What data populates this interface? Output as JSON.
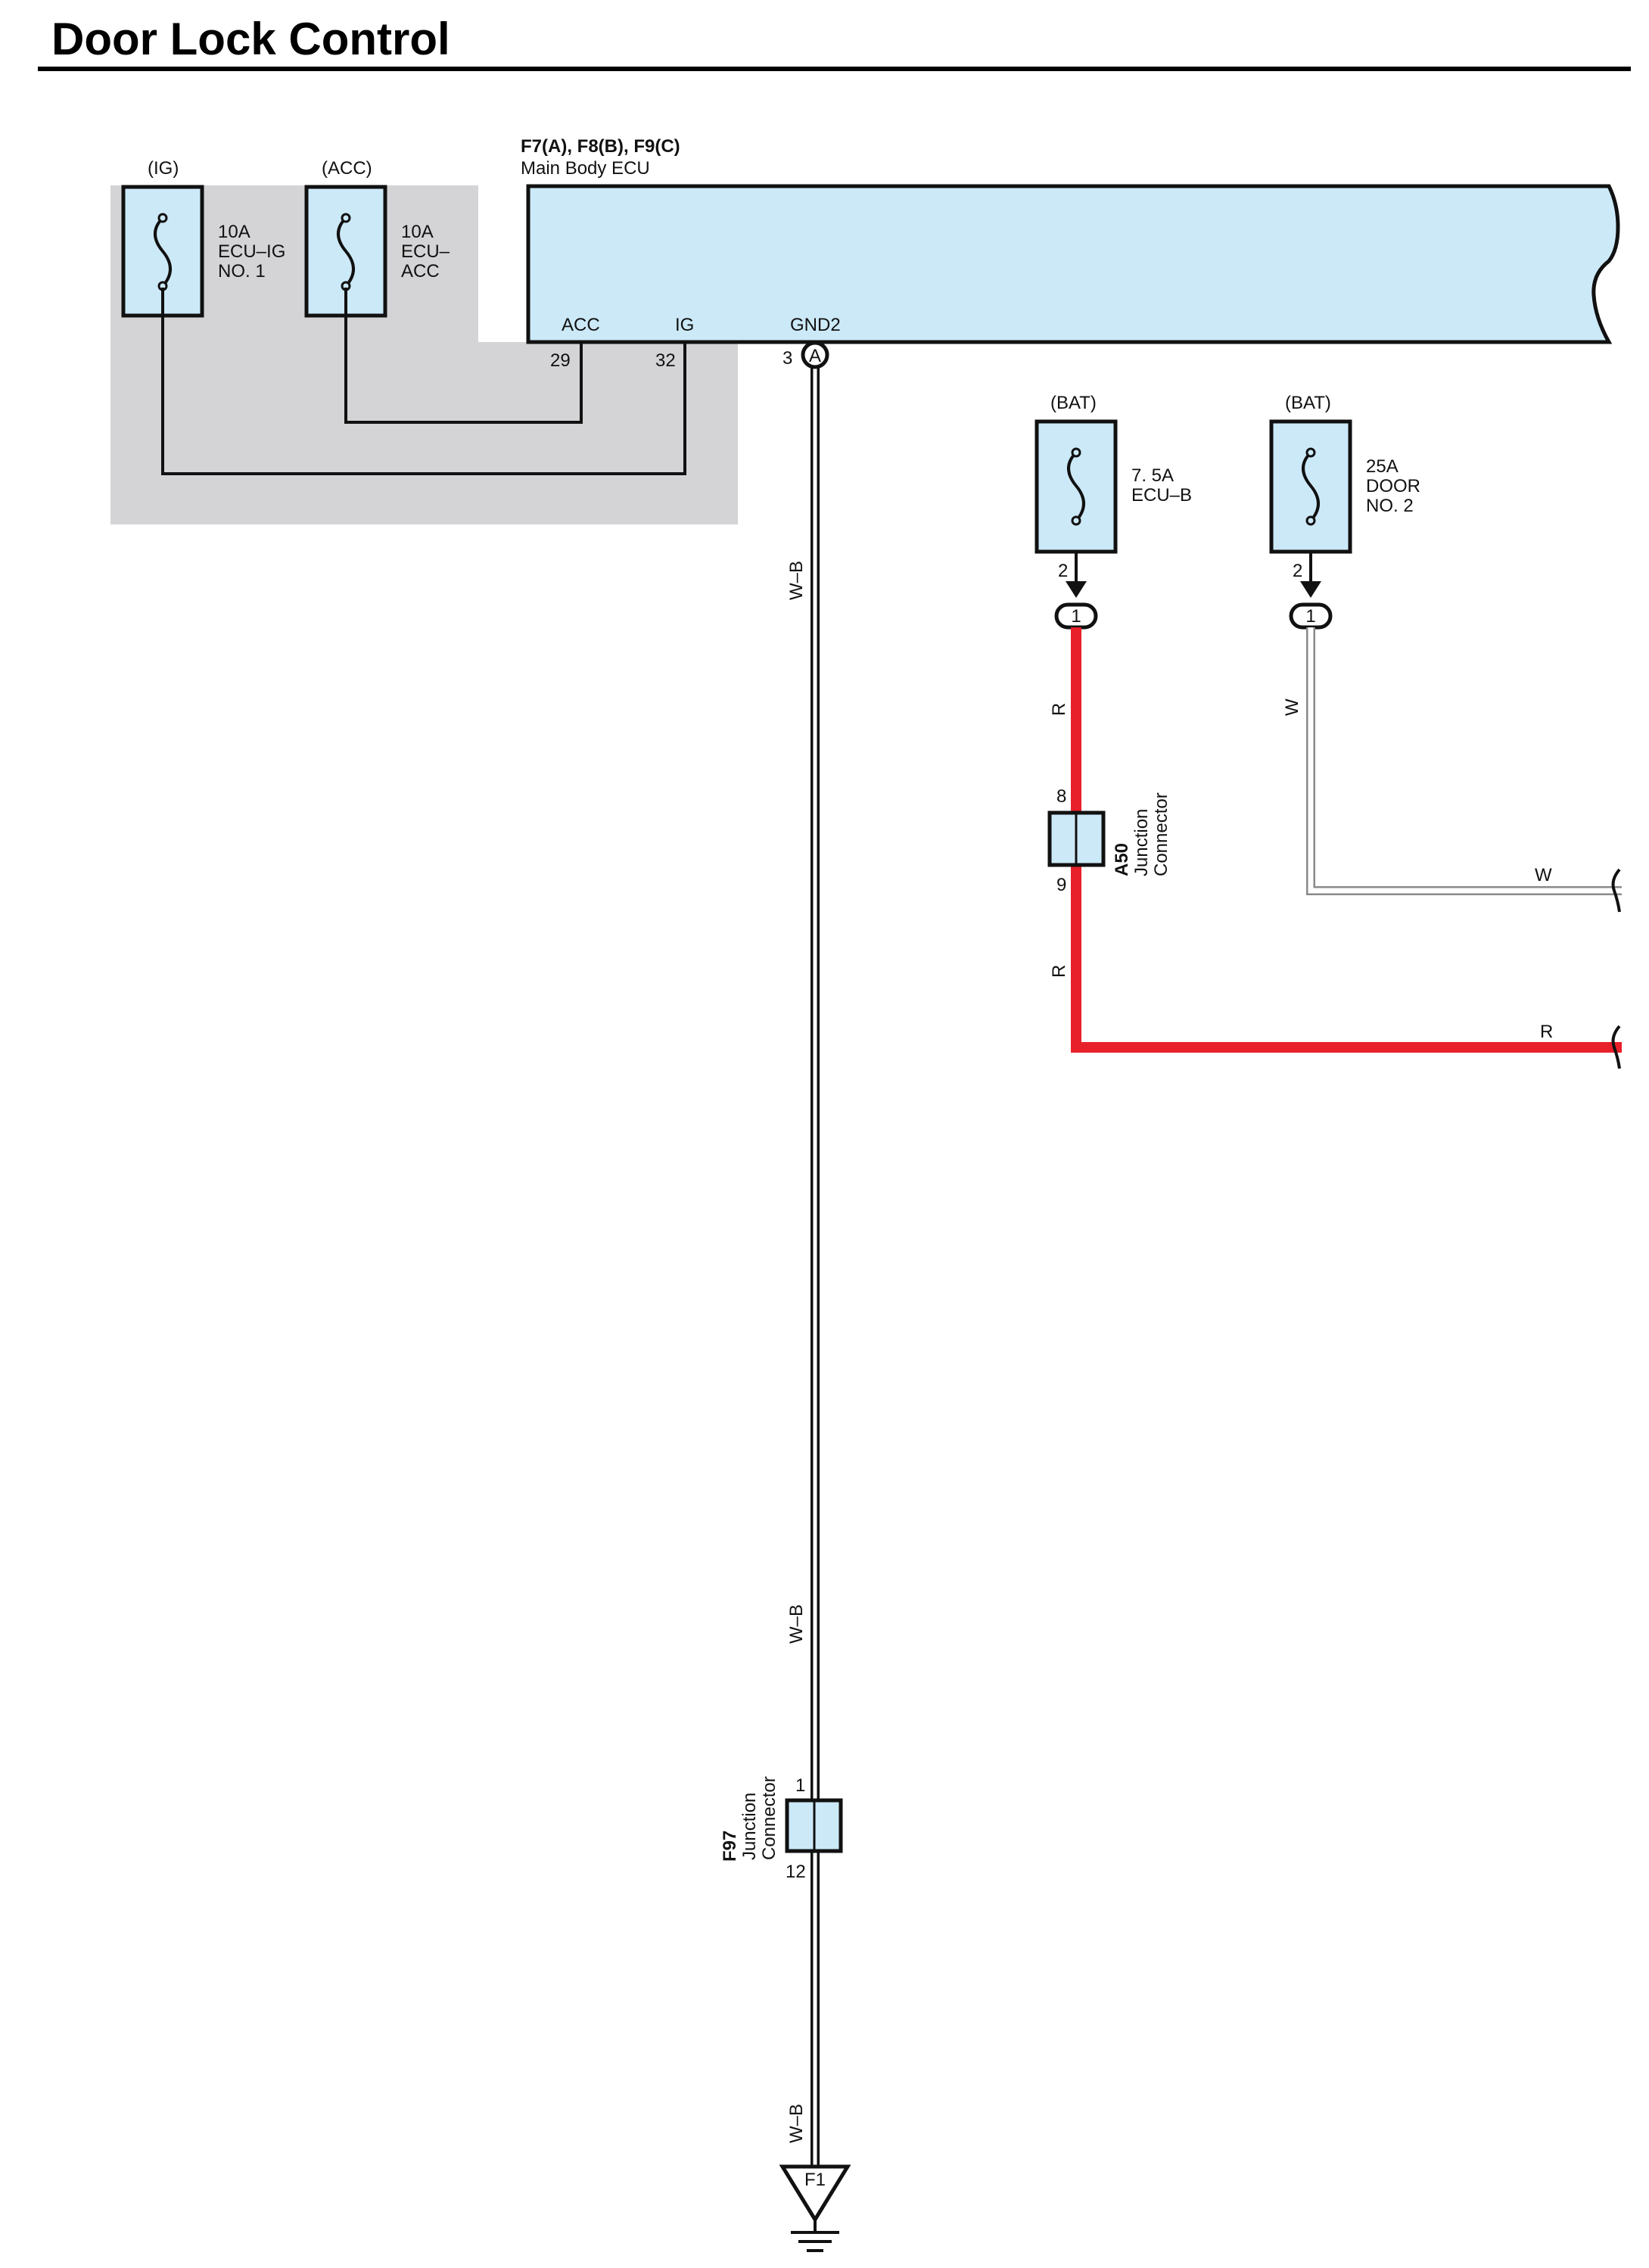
{
  "page": {
    "title": "Door Lock Control"
  },
  "ecu": {
    "ref": "F7(A), F8(B), F9(C)",
    "name": "Main Body ECU",
    "pins": {
      "acc": "ACC",
      "ig": "IG",
      "gnd2": "GND2"
    },
    "pin_numbers": {
      "acc": "29",
      "ig": "32",
      "gnd2": "3"
    },
    "gnd_connector": "A"
  },
  "fuses": [
    {
      "source": "(IG)",
      "rating": "10A",
      "line1": "ECU–IG",
      "line2": "NO. 1"
    },
    {
      "source": "(ACC)",
      "rating": "10A",
      "line1": "ECU–",
      "line2": "ACC"
    },
    {
      "source": "(BAT)",
      "rating": "7. 5A",
      "line1": "ECU–B",
      "line2": "",
      "pin": "2",
      "conn": "1"
    },
    {
      "source": "(BAT)",
      "rating": "25A",
      "line1": "DOOR",
      "line2": "NO. 2",
      "pin": "2",
      "conn": "1"
    }
  ],
  "wires": {
    "wb1": "W–B",
    "wb2": "W–B",
    "wb3": "W–B",
    "r1": "R",
    "r2": "R",
    "r3": "R",
    "w1": "W",
    "w2": "W"
  },
  "junctions": [
    {
      "id": "A50",
      "name1": "Junction",
      "name2": "Connector",
      "pin_in": "8",
      "pin_out": "9"
    },
    {
      "id": "F97",
      "name1": "Junction",
      "name2": "Connector",
      "pin_in": "1",
      "pin_out": "12"
    }
  ],
  "ground": {
    "label": "F1"
  },
  "colors": {
    "red_wire": "#e8202a",
    "component_fill": "#cce9f8",
    "shade": "#d4d4d6"
  }
}
